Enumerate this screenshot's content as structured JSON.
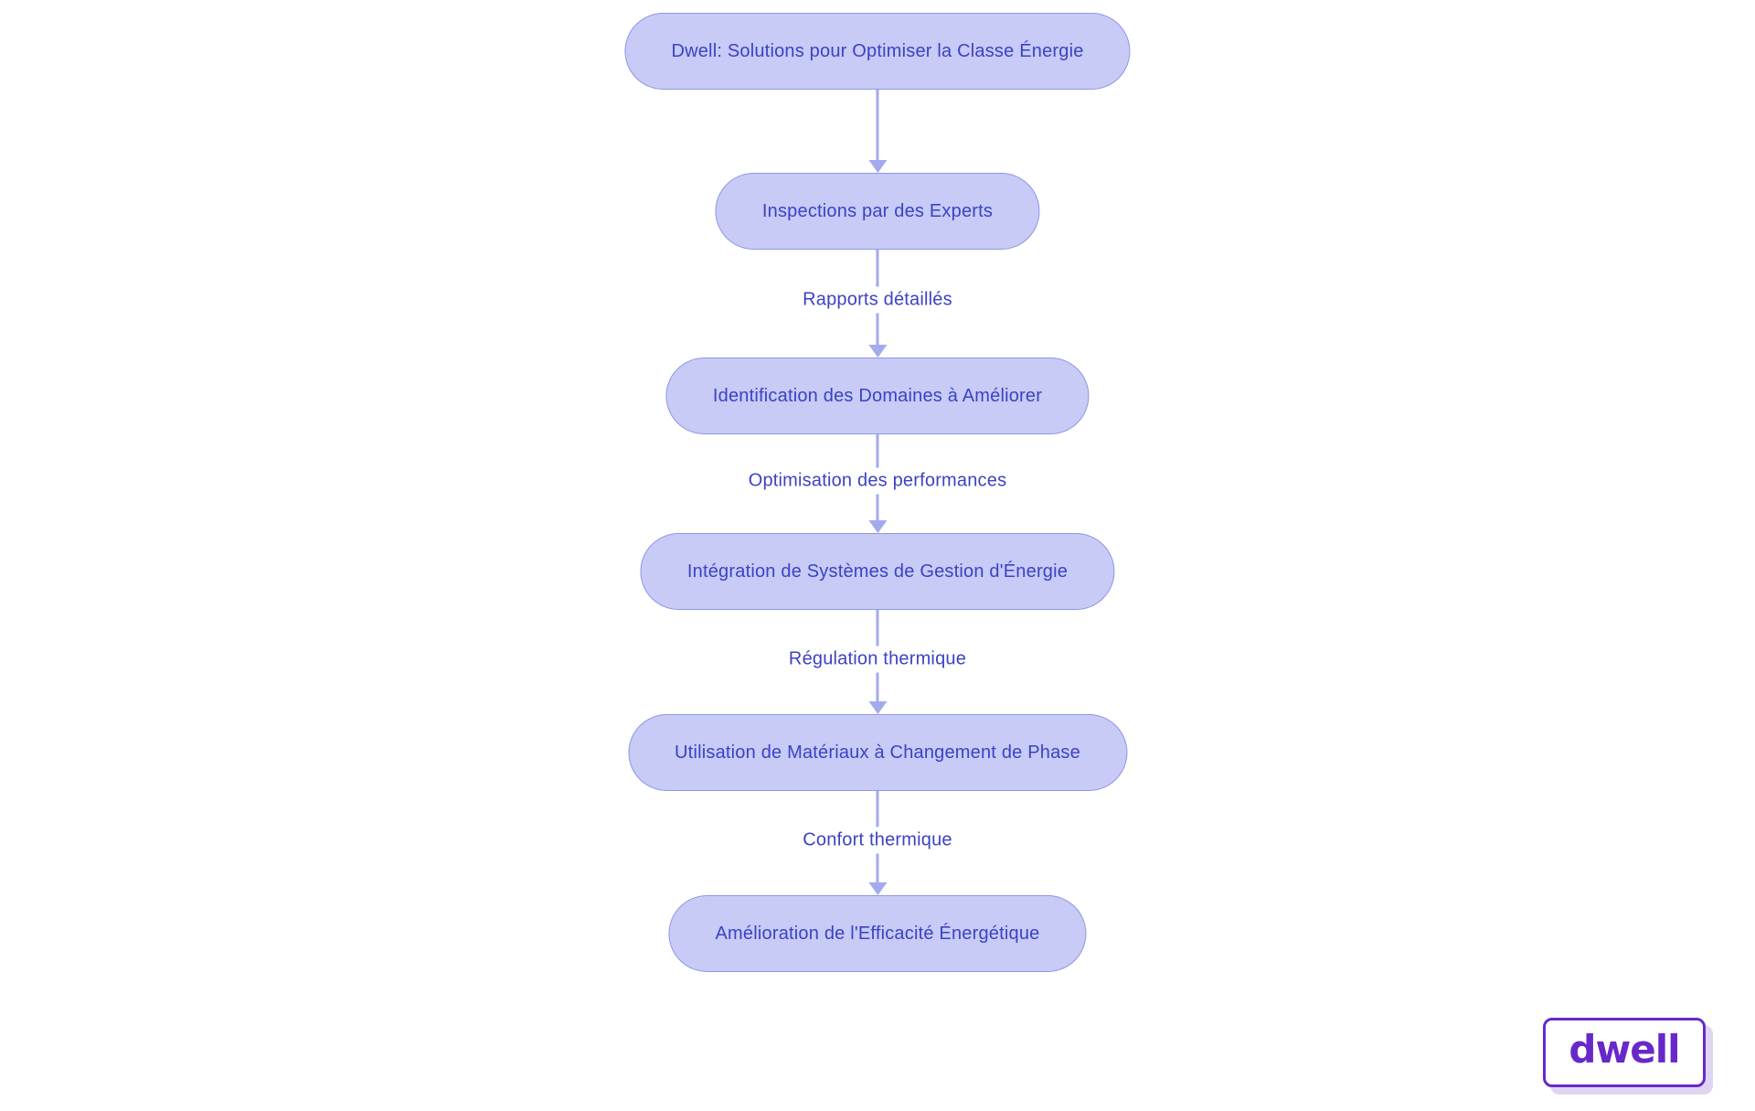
{
  "colors": {
    "node_fill": "#c7cbf5",
    "node_border": "#8f96e8",
    "node_text": "#3c42c4",
    "arrow": "#a3aaee",
    "label_text": "#3c42c4",
    "logo_text": "#6828c9",
    "logo_shadow": "#ded5f2",
    "page_bg": "#ffffff"
  },
  "flowchart": {
    "nodes": [
      {
        "id": "title",
        "label": "Dwell: Solutions pour Optimiser la Classe Énergie"
      },
      {
        "id": "inspections",
        "label": "Inspections par des Experts"
      },
      {
        "id": "identification",
        "label": "Identification des Domaines à Améliorer"
      },
      {
        "id": "integration",
        "label": "Intégration de Systèmes de Gestion d'Énergie"
      },
      {
        "id": "materiaux",
        "label": "Utilisation de Matériaux à Changement de Phase"
      },
      {
        "id": "amelioration",
        "label": "Amélioration de l'Efficacité Énergétique"
      }
    ],
    "edges": [
      {
        "from": "title",
        "to": "inspections",
        "label": ""
      },
      {
        "from": "inspections",
        "to": "identification",
        "label": "Rapports détaillés"
      },
      {
        "from": "identification",
        "to": "integration",
        "label": "Optimisation des performances"
      },
      {
        "from": "integration",
        "to": "materiaux",
        "label": "Régulation thermique"
      },
      {
        "from": "materiaux",
        "to": "amelioration",
        "label": "Confort thermique"
      }
    ]
  },
  "logo": {
    "text": "dwell"
  }
}
